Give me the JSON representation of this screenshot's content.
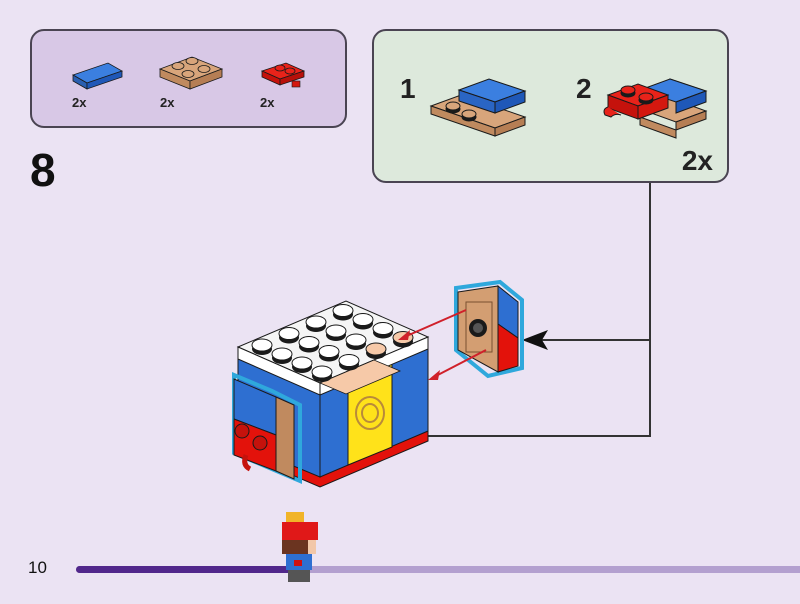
{
  "page": {
    "step_number": "8",
    "page_number": "10",
    "background_color": "#ebe3f3"
  },
  "parts_list": {
    "items": [
      {
        "name": "blue-tile-1x2",
        "color": "#2e6fd1",
        "quantity": "2x"
      },
      {
        "name": "tan-plate-2x2",
        "color": "#d39e72",
        "quantity": "2x"
      },
      {
        "name": "red-plate-1x2-with-clip",
        "color": "#e3120b",
        "quantity": "2x"
      }
    ]
  },
  "sub_assembly": {
    "steps": [
      {
        "label": "1"
      },
      {
        "label": "2"
      }
    ],
    "quantity": "2x"
  },
  "progress": {
    "fraction": 0.31,
    "fill_color": "#51278b",
    "track_color": "#b3a0cf"
  },
  "colors": {
    "highlight_outline": "#2fa8dc",
    "arrow_red": "#d0202a"
  }
}
